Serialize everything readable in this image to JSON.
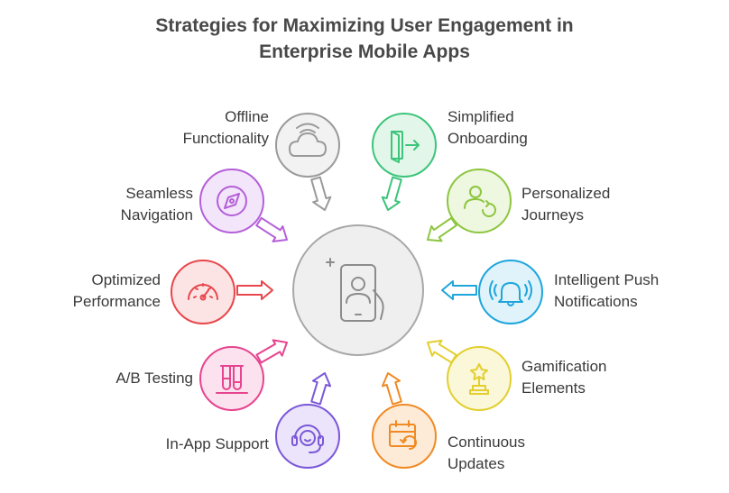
{
  "title": {
    "line1": "Strategies for Maximizing User Engagement in",
    "line2": "Enterprise Mobile Apps"
  },
  "center": {
    "icon": "smartphone-user-icon"
  },
  "items": [
    {
      "id": "offline",
      "lines": [
        "Offline",
        "Functionality"
      ],
      "icon": "cloud-wifi-icon",
      "color": "#9a9a9a",
      "fill": "#f2f2f2"
    },
    {
      "id": "onboarding",
      "lines": [
        "Simplified",
        "Onboarding"
      ],
      "icon": "door-enter-icon",
      "color": "#3cc47a",
      "fill": "#e2f7ea"
    },
    {
      "id": "navigation",
      "lines": [
        "Seamless",
        "Navigation"
      ],
      "icon": "compass-icon",
      "color": "#b45fd9",
      "fill": "#f3e6fa"
    },
    {
      "id": "journeys",
      "lines": [
        "Personalized",
        "Journeys"
      ],
      "icon": "user-cycle-icon",
      "color": "#8dc63f",
      "fill": "#eef7df"
    },
    {
      "id": "performance",
      "lines": [
        "Optimized",
        "Performance"
      ],
      "icon": "gauge-icon",
      "color": "#e8474c",
      "fill": "#fce4e4"
    },
    {
      "id": "push",
      "lines": [
        "Intelligent Push",
        "Notifications"
      ],
      "icon": "bell-icon",
      "color": "#1ea6dc",
      "fill": "#e0f3fb"
    },
    {
      "id": "abtesting",
      "lines": [
        "A/B Testing"
      ],
      "icon": "test-tubes-icon",
      "color": "#e6448e",
      "fill": "#fce2ee"
    },
    {
      "id": "gamification",
      "lines": [
        "Gamification",
        "Elements"
      ],
      "icon": "trophy-star-icon",
      "color": "#e2cf2e",
      "fill": "#fbf7d9"
    },
    {
      "id": "support",
      "lines": [
        "In-App Support"
      ],
      "icon": "headset-icon",
      "color": "#7a58d8",
      "fill": "#ebe4fa"
    },
    {
      "id": "updates",
      "lines": [
        "Continuous",
        "Updates"
      ],
      "icon": "calendar-refresh-icon",
      "color": "#f08a24",
      "fill": "#fdebd8"
    }
  ]
}
